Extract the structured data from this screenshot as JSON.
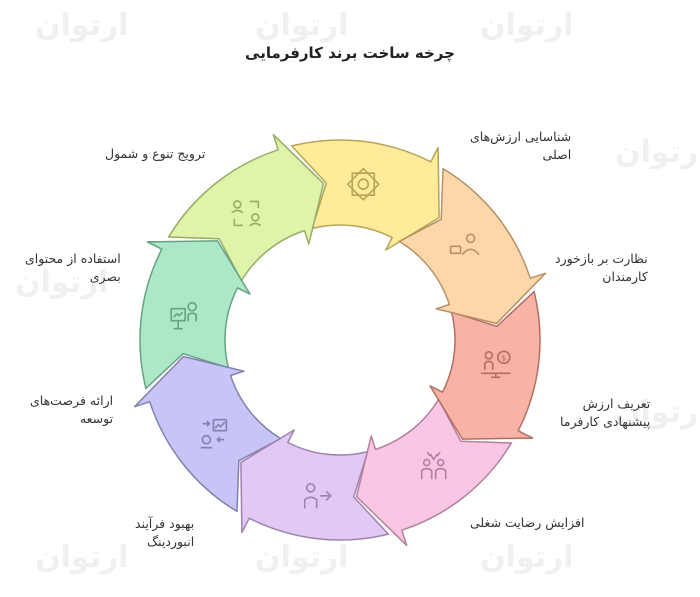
{
  "title": "چرخه ساخت برند کارفرمایی",
  "watermark": "ارتوان",
  "steps": [
    {
      "line1": "شناسایی ارزش‌های",
      "line2": "اصلی",
      "color": "#fde57a",
      "icon": "star-knot-icon"
    },
    {
      "line1": "نظارت بر بازخورد",
      "line2": "کارمندان",
      "color": "#fcc98c",
      "icon": "feedback-person-icon"
    },
    {
      "line1": "تعریف ارزش",
      "line2": "پیشنهادی کارفرما",
      "color": "#f59a88",
      "icon": "value-scale-icon"
    },
    {
      "line1": "افزایش رضایت شغلی",
      "line2": "",
      "color": "#f7b3d9",
      "icon": "high-five-icon"
    },
    {
      "line1": "بهبود فرآیند",
      "line2": "انبوردینگ",
      "color": "#d8b6f2",
      "icon": "onboarding-person-icon"
    },
    {
      "line1": "ارائه فرصت‌های",
      "line2": "توسعه",
      "color": "#b3b2f2",
      "icon": "development-icon"
    },
    {
      "line1": "استفاده از محتوای",
      "line2": "بصری",
      "color": "#8fe0b5",
      "icon": "presentation-icon"
    },
    {
      "line1": "ترویج تنوع و شمول",
      "line2": "",
      "color": "#d4ef8e",
      "icon": "diversity-exchange-icon"
    }
  ]
}
